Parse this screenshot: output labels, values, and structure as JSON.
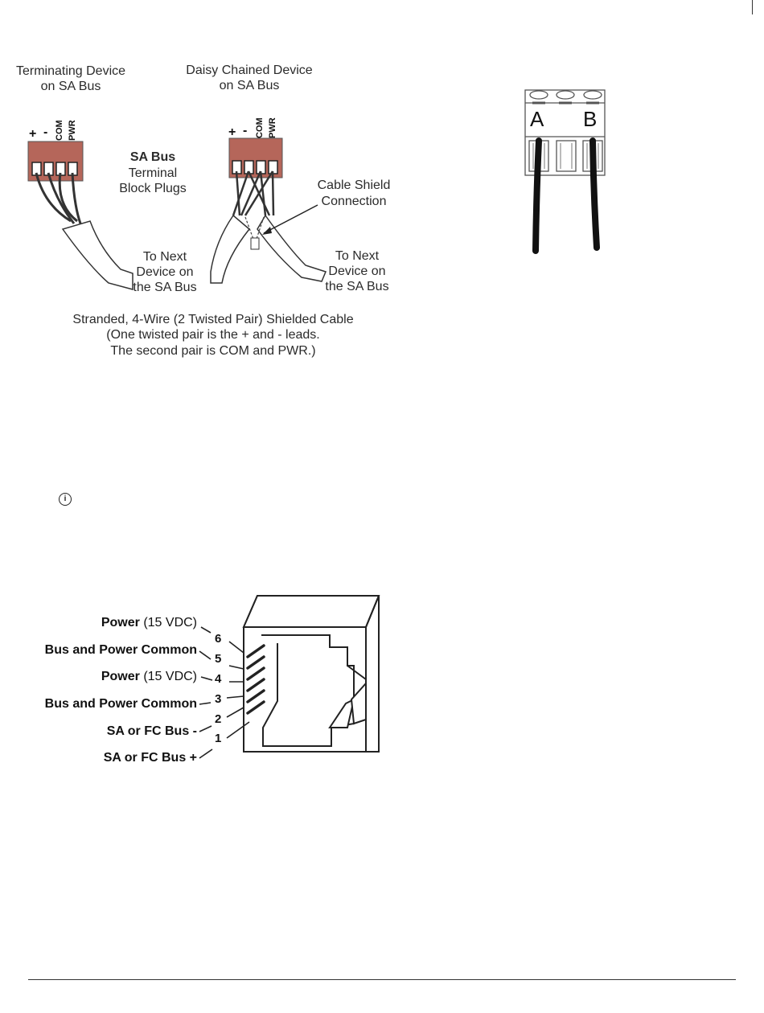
{
  "sa_bus_diagram": {
    "terminating_label_1": "Terminating Device",
    "terminating_label_2": "on SA Bus",
    "daisy_label_1": "Daisy Chained Device",
    "daisy_label_2": "on SA Bus",
    "terminal_pins": [
      "+",
      "-",
      "COM",
      "PWR"
    ],
    "block_label_1": "SA Bus",
    "block_label_2": "Terminal",
    "block_label_3": "Block Plugs",
    "shield_label_1": "Cable Shield",
    "shield_label_2": "Connection",
    "next_left_1": "To Next",
    "next_left_2": "Device on",
    "next_left_3": "the SA Bus",
    "next_right_1": "To Next",
    "next_right_2": "Device on",
    "next_right_3": "the SA Bus",
    "caption_1": "Stranded, 4-Wire (2 Twisted Pair) Shielded Cable",
    "caption_2": "(One twisted pair is the + and - leads.",
    "caption_3": "The second pair is COM and PWR.)",
    "colors": {
      "terminal_block": "#b5665a",
      "cable": "#ffffff",
      "wire": "#333333"
    }
  },
  "ab_connector": {
    "label_a": "A",
    "label_b": "B"
  },
  "info_icon": {
    "glyph": "i"
  },
  "rj12": {
    "pins": [
      {
        "num": "6",
        "bold": "Power",
        "rest": " (15 VDC)"
      },
      {
        "num": "5",
        "bold": "Bus and Power Common",
        "rest": ""
      },
      {
        "num": "4",
        "bold": "Power",
        "rest": " (15 VDC)"
      },
      {
        "num": "3",
        "bold": "Bus and Power Common",
        "rest": ""
      },
      {
        "num": "2",
        "bold": "SA or FC Bus -",
        "rest": ""
      },
      {
        "num": "1",
        "bold": "SA or FC Bus +",
        "rest": ""
      }
    ]
  }
}
